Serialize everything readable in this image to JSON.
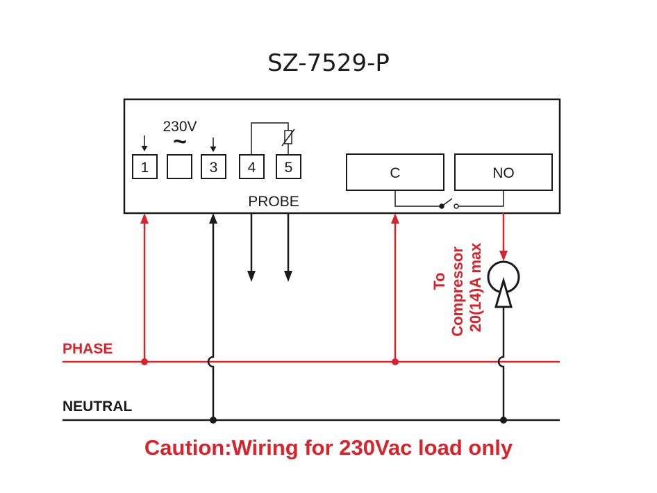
{
  "title": "SZ-7529-P",
  "terminals": {
    "t1": "1",
    "t3": "3",
    "t4": "4",
    "t5": "5",
    "c": "C",
    "no": "NO"
  },
  "supply_label": "230V",
  "supply_symbol": "~",
  "probe_label": "PROBE",
  "bus": {
    "phase": "PHASE",
    "neutral": "NEUTRAL"
  },
  "compressor": {
    "line1": "To",
    "line2": "Compressor",
    "line3": "20(14)A max"
  },
  "caution": "Caution:Wiring for 230Vac load only",
  "colors": {
    "phase": "#d9222a",
    "neutral": "#1a1a1a"
  }
}
